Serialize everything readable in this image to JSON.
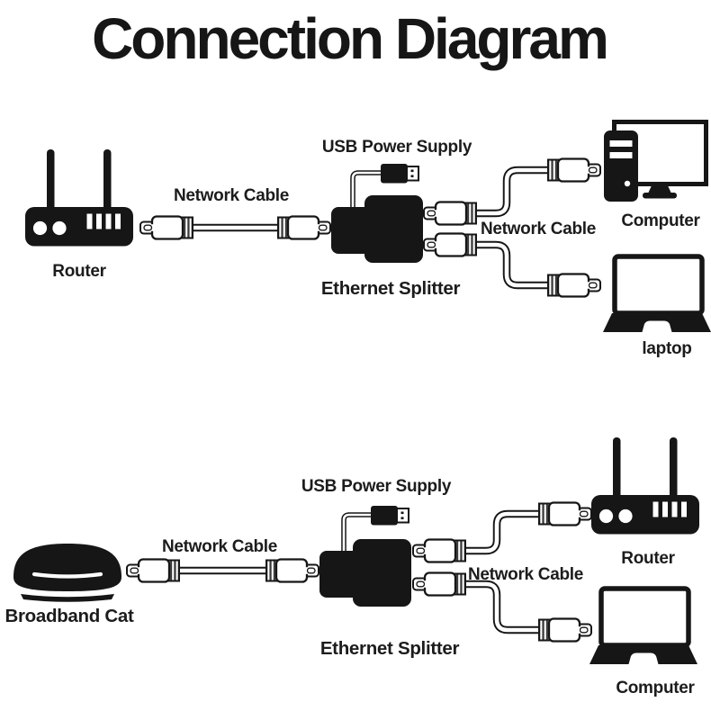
{
  "title": "Connection Diagram",
  "colors": {
    "ink": "#161616",
    "background": "#ffffff"
  },
  "diagram_top": {
    "source_device": "Router",
    "source_icon": "router-icon",
    "input_cable": "Network Cable",
    "power_label": "USB Power Supply",
    "power_icon": "usb-connector-icon",
    "splitter_label": "Ethernet Splitter",
    "splitter_icon": "ethernet-splitter-icon",
    "output_cable": "Network Cable",
    "output_device_1": "Computer",
    "output_device_1_icon": "desktop-computer-icon",
    "output_device_2": "laptop",
    "output_device_2_icon": "laptop-icon"
  },
  "diagram_bottom": {
    "source_device": "Broadband Cat",
    "source_icon": "modem-icon",
    "input_cable": "Network Cable",
    "power_label": "USB Power Supply",
    "power_icon": "usb-connector-icon",
    "splitter_label": "Ethernet Splitter",
    "splitter_icon": "ethernet-splitter-icon",
    "output_cable": "Network Cable",
    "output_device_1": "Router",
    "output_device_1_icon": "router-icon",
    "output_device_2": "Computer",
    "output_device_2_icon": "laptop-icon"
  }
}
